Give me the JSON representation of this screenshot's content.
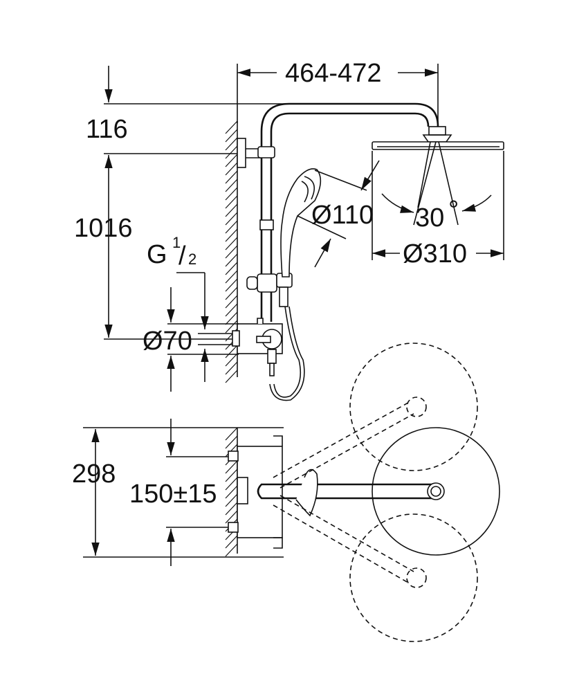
{
  "dimensions": {
    "width_range": "464-472",
    "top_offset": "116",
    "height": "1016",
    "thread_main": "G",
    "thread_num": "1",
    "thread_den": "2",
    "connection_dia": "Ø70",
    "hand_shower_dia": "Ø110",
    "angle": "30",
    "angle_unit": "°",
    "head_shower_dia": "Ø310",
    "depth": "298",
    "spacing": "150±15"
  }
}
